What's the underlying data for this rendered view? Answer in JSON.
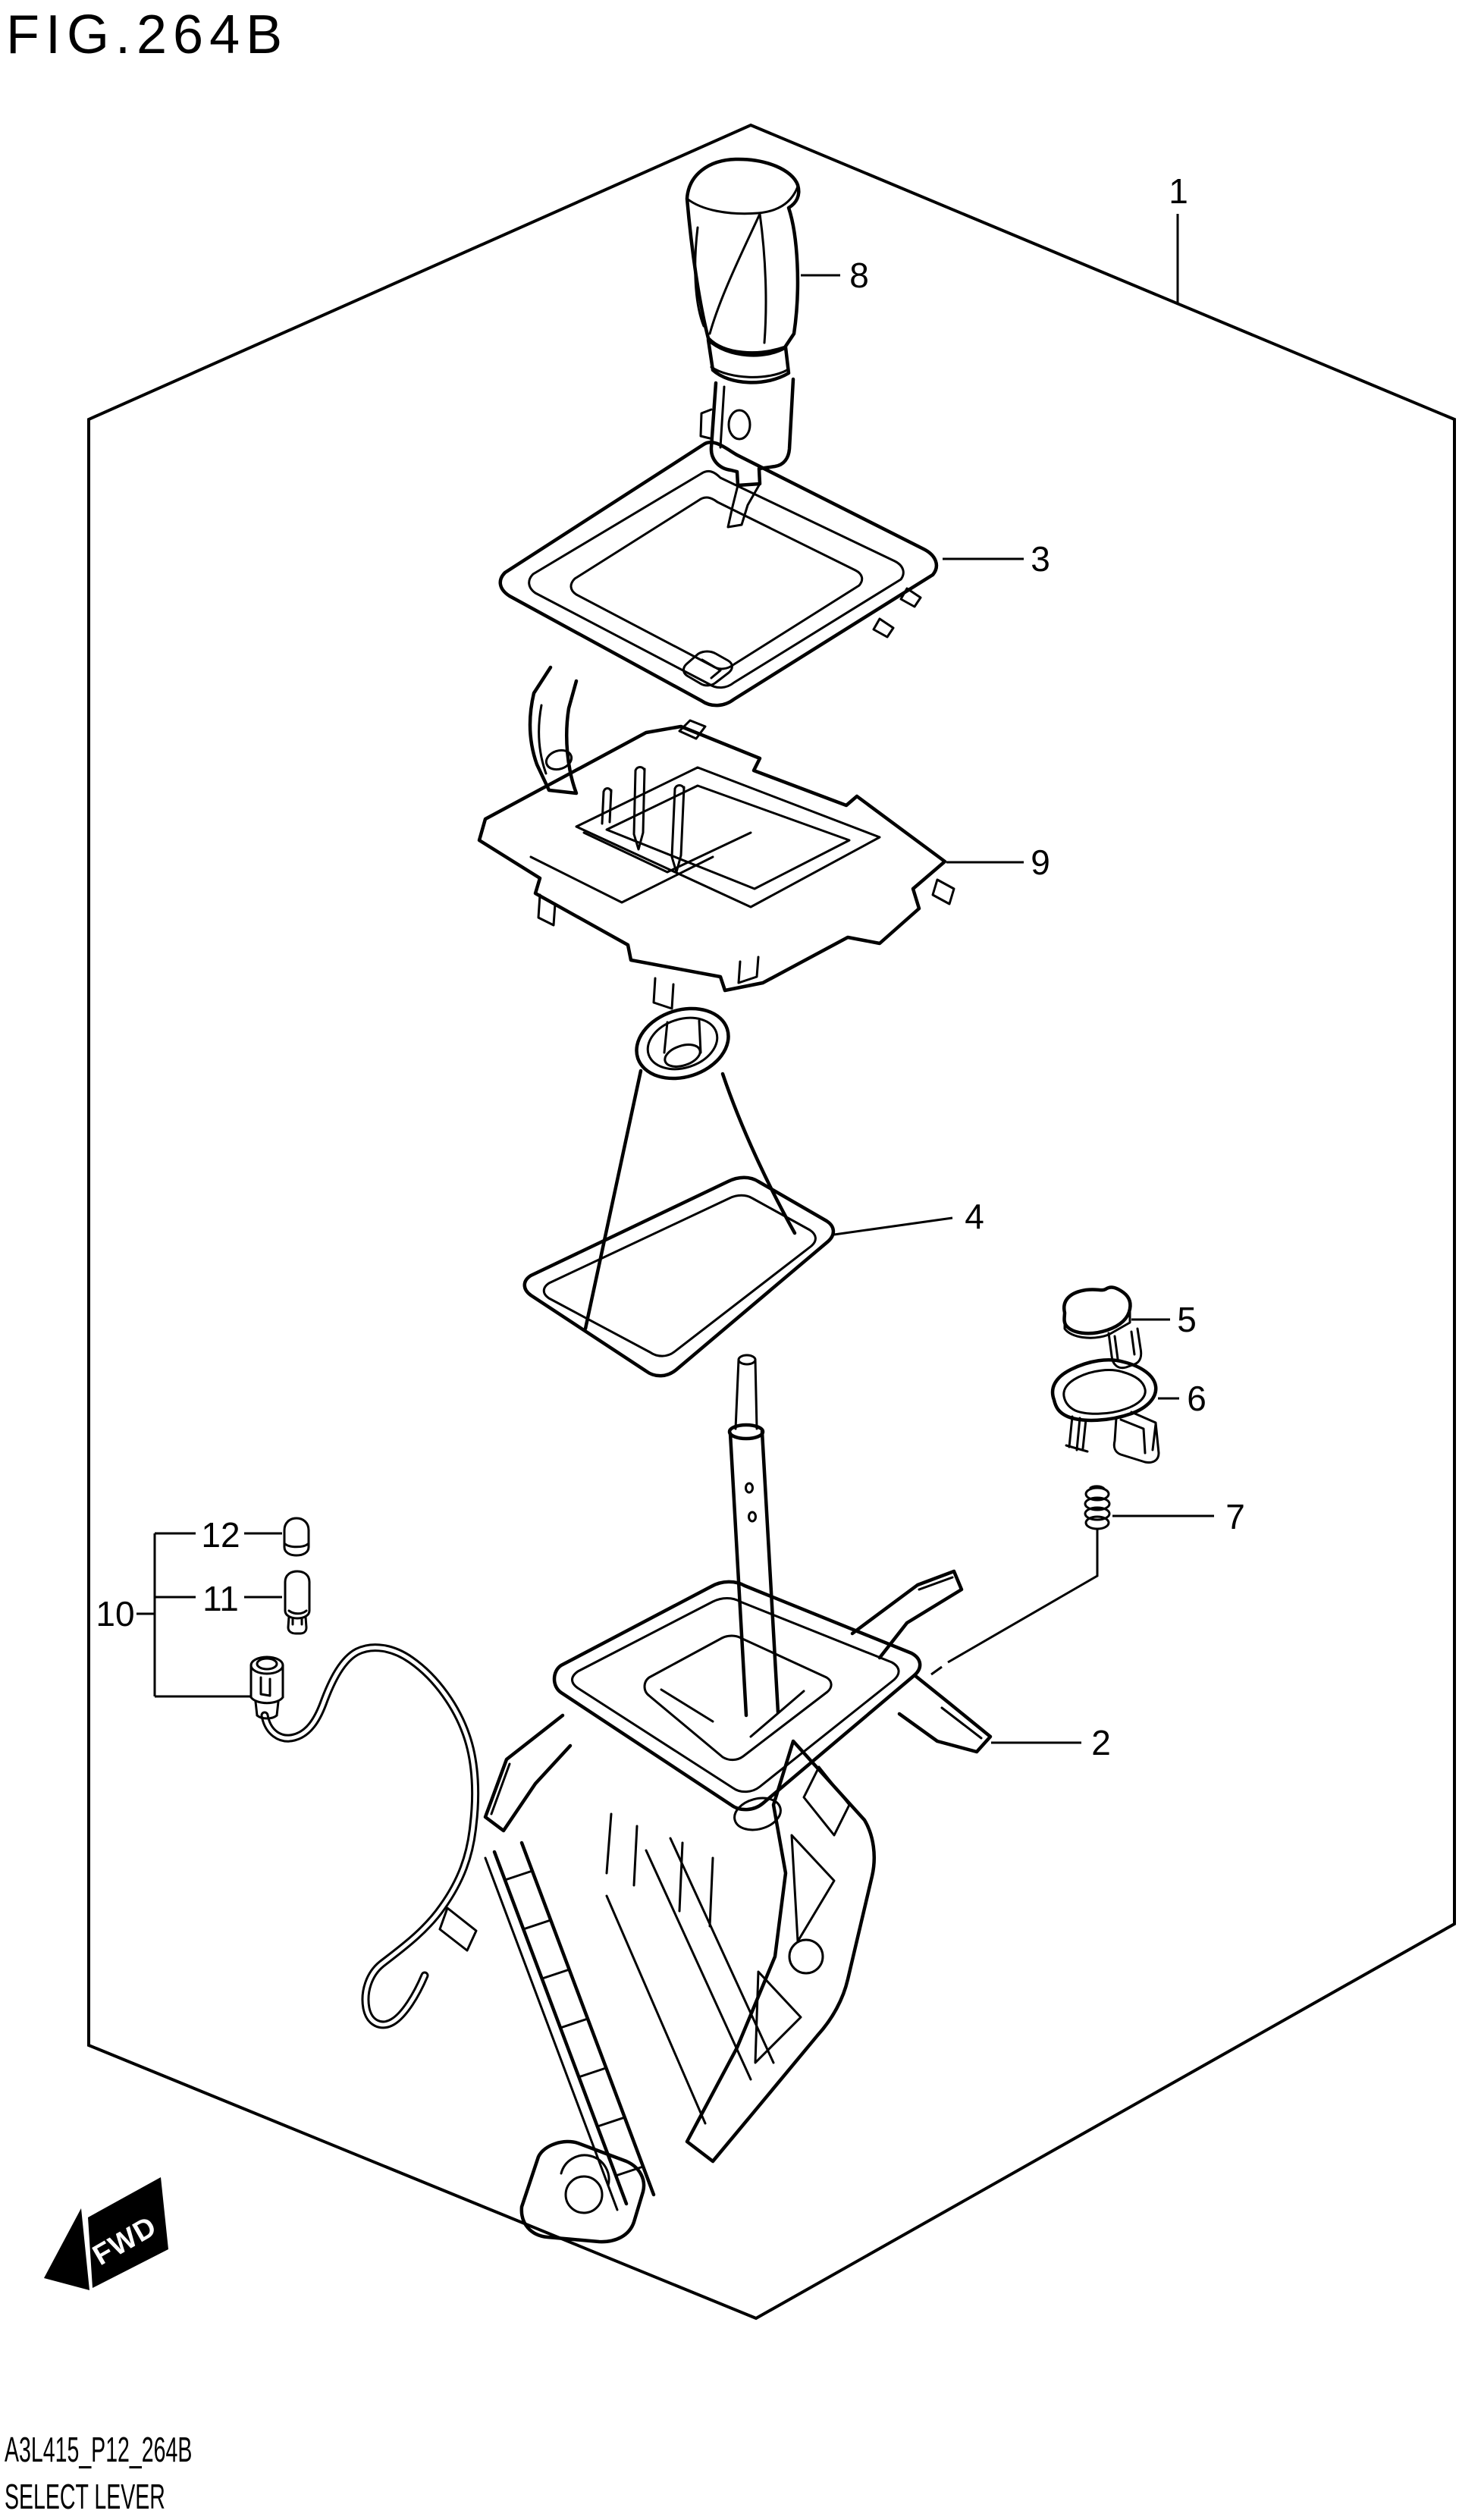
{
  "figure": {
    "title": "FIG.264B"
  },
  "footer": {
    "code": "A3L415_P12_264B",
    "caption": "SELECT LEVER"
  },
  "direction_marker": {
    "label": "FWD"
  },
  "labels": {
    "l1": "1",
    "l2": "2",
    "l3": "3",
    "l4": "4",
    "l5": "5",
    "l6": "6",
    "l7": "7",
    "l8": "8",
    "l9": "9",
    "l10": "10",
    "l11": "11",
    "l12": "12"
  }
}
